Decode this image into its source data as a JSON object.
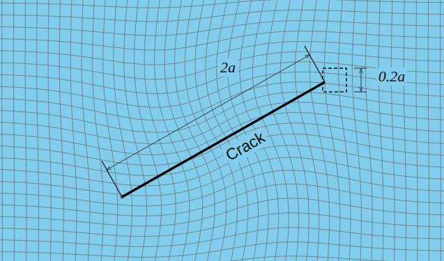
{
  "diagram": {
    "labels": [
      "2a",
      "Crack",
      "0.2a"
    ]
  }
}
